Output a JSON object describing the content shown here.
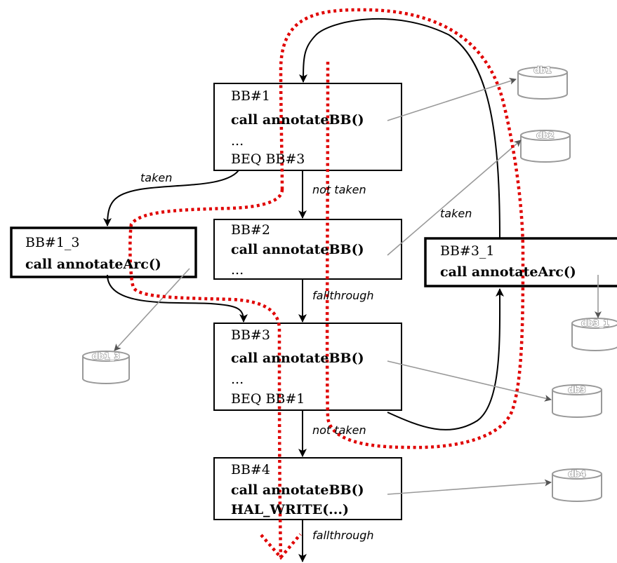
{
  "blocks": {
    "bb1": {
      "lines": [
        "BB#1",
        "call annotateBB()",
        "...",
        "BEQ BB#3"
      ]
    },
    "bb2": {
      "lines": [
        "BB#2",
        "call annotateBB()",
        "..."
      ]
    },
    "bb3": {
      "lines": [
        "BB#3",
        "call annotateBB()",
        "...",
        "BEQ BB#1"
      ]
    },
    "bb4": {
      "lines": [
        "BB#4",
        "call annotateBB()",
        "HAL_WRITE(...)"
      ]
    },
    "bb1_3": {
      "lines": [
        "BB#1_3",
        "call annotateArc()"
      ]
    },
    "bb3_1": {
      "lines": [
        "BB#3_1",
        "call annotateArc()"
      ]
    }
  },
  "edges": {
    "bb1_taken": "taken",
    "bb1_not_taken": "not taken",
    "bb2_fallthrough": "fallthrough",
    "bb3_taken": "taken",
    "bb3_not_taken": "not taken",
    "bb4_fallthrough": "fallthrough"
  },
  "databases": {
    "db1": "db1",
    "db2": "db2",
    "db3": "db3",
    "db4": "db4",
    "db1_3": "db1_3",
    "db3_1": "db3_1"
  },
  "colors": {
    "trace_path": "#e00000",
    "database": "#999999",
    "flow": "#000000"
  }
}
